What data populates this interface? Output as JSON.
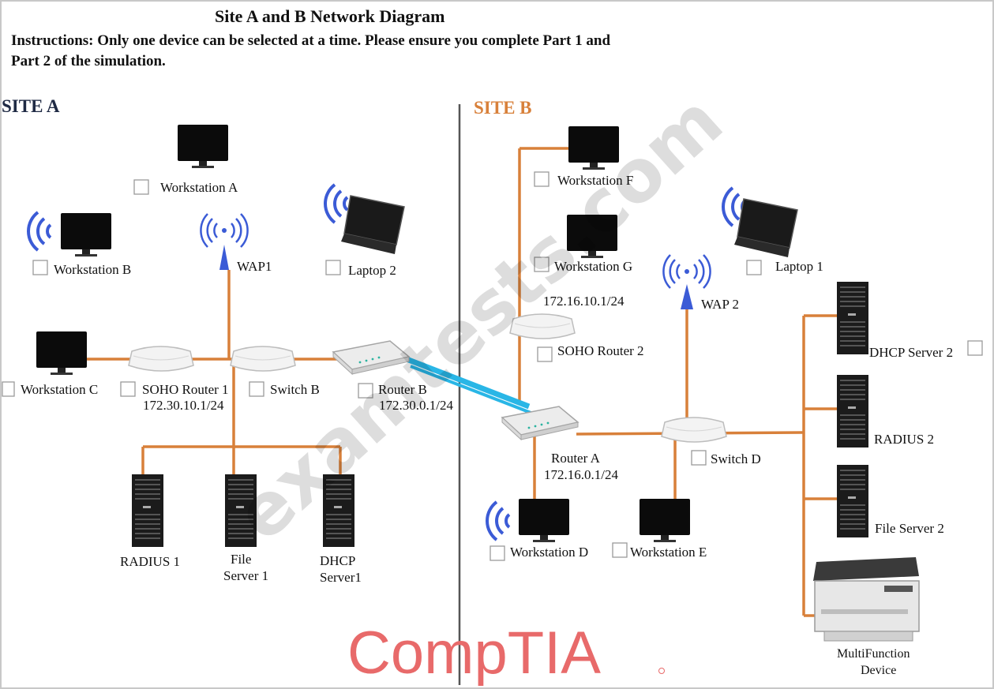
{
  "title": "Site A and B Network Diagram",
  "instructions": {
    "line1": "Instructions: Only one device can be selected at a time. Please ensure you complete Part 1 and",
    "line2": "Part 2 of the simulation."
  },
  "site_a": {
    "heading": "SITE A",
    "workstation_a": "Workstation A",
    "workstation_b": "Workstation B",
    "workstation_c": "Workstation C",
    "wap1": "WAP1",
    "laptop2": "Laptop 2",
    "soho_router1": "SOHO Router 1",
    "soho_router1_ip": "172.30.10.1/24",
    "switch_b": "Switch B",
    "router_b": "Router B",
    "router_b_ip": "172.30.0.1/24",
    "radius1": "RADIUS 1",
    "file_server1_l1": "File",
    "file_server1_l2": "Server 1",
    "dhcp_server1_l1": "DHCP",
    "dhcp_server1_l2": "Server1"
  },
  "site_b": {
    "heading": "SITE B",
    "workstation_f": "Workstation F",
    "workstation_g": "Workstation G",
    "soho_router2_ip": "172.16.10.1/24",
    "soho_router2": "SOHO Router 2",
    "wap2": "WAP 2",
    "laptop1": "Laptop 1",
    "dhcp_server2": "DHCP Server 2",
    "radius2": "RADIUS 2",
    "file_server2": "File Server 2",
    "mfd_l1": "MultiFunction",
    "mfd_l2": "Device",
    "router_a": "Router A",
    "router_a_ip": "172.16.0.1/24",
    "switch_d": "Switch D",
    "workstation_d": "Workstation D",
    "workstation_e": "Workstation E"
  },
  "watermark": "examtests.com",
  "logo": "CompTIA",
  "colors": {
    "wire": "#d8803a",
    "site_a_heading": "#1f2a44",
    "site_b_heading": "#d8803a",
    "wan_link": "#29b6e6",
    "wifi": "#3b5bd6",
    "logo": "#e86a6a"
  }
}
